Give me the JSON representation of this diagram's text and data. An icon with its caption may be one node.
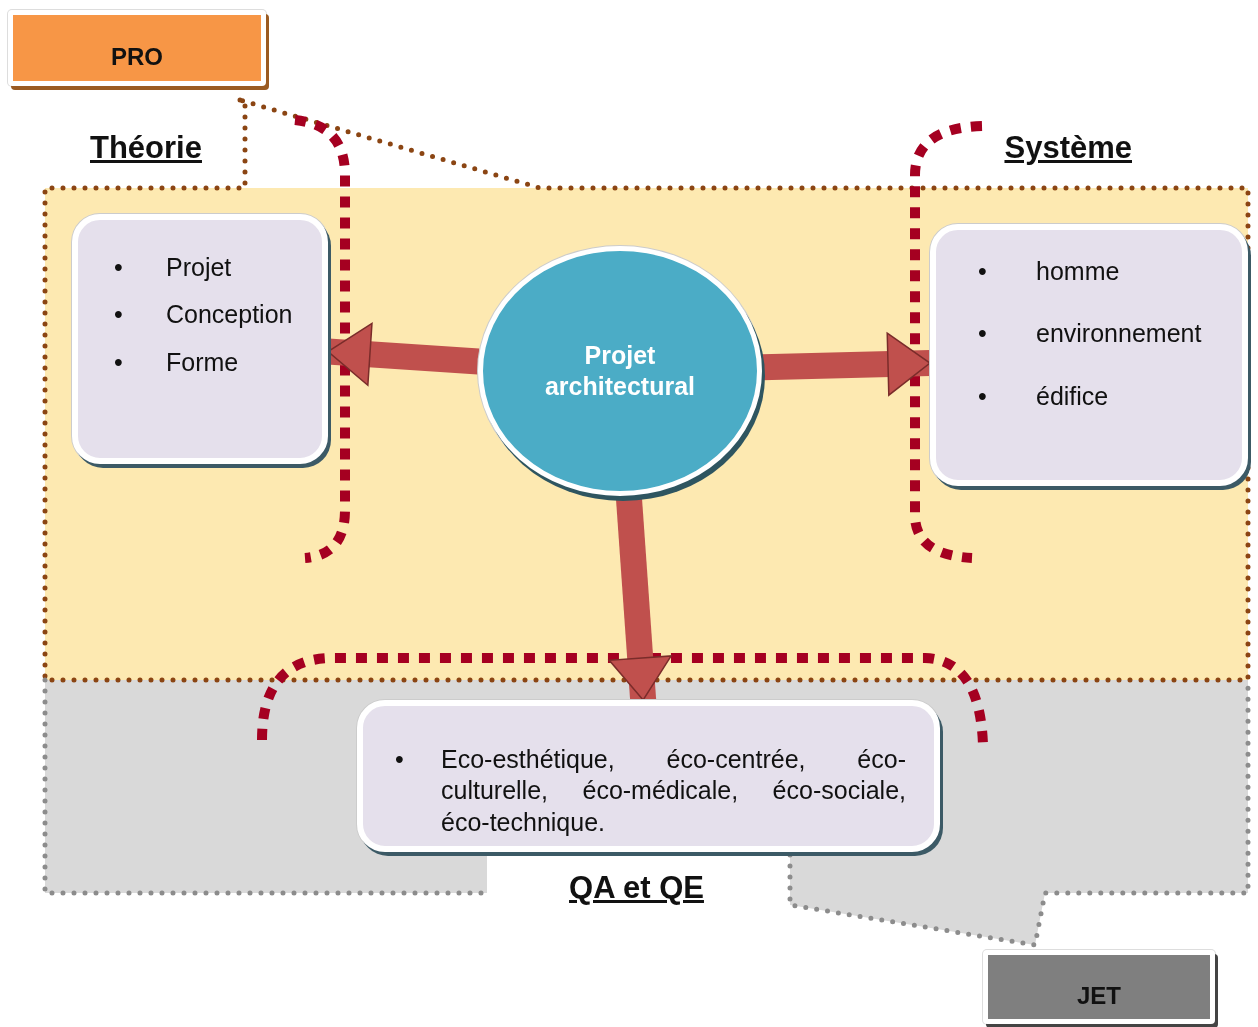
{
  "diagram": {
    "nodes": [
      {
        "text": [
          "PRO"
        ]
      },
      {
        "text": [
          "Théorie",
          "•",
          "Projet",
          "•",
          "Conception",
          "•",
          "Forme"
        ]
      },
      {
        "text": [
          "Projet architectural"
        ]
      },
      {
        "text": [
          "Système",
          "•",
          "homme",
          "•",
          "environnement",
          "•",
          "édifice"
        ]
      },
      {
        "text": [
          "•",
          "Eco-esthétique, éco-centrée, éco-culturelle, éco-médicale, éco-sociale, éco-technique.",
          "QA et QE"
        ]
      },
      {
        "text": [
          "JET"
        ]
      }
    ],
    "edges": [
      {
        "from": 2,
        "to": 1,
        "arrow": "to"
      },
      {
        "from": 2,
        "to": 3,
        "arrow": "to"
      },
      {
        "from": 2,
        "to": 4,
        "arrow": "to"
      }
    ]
  }
}
